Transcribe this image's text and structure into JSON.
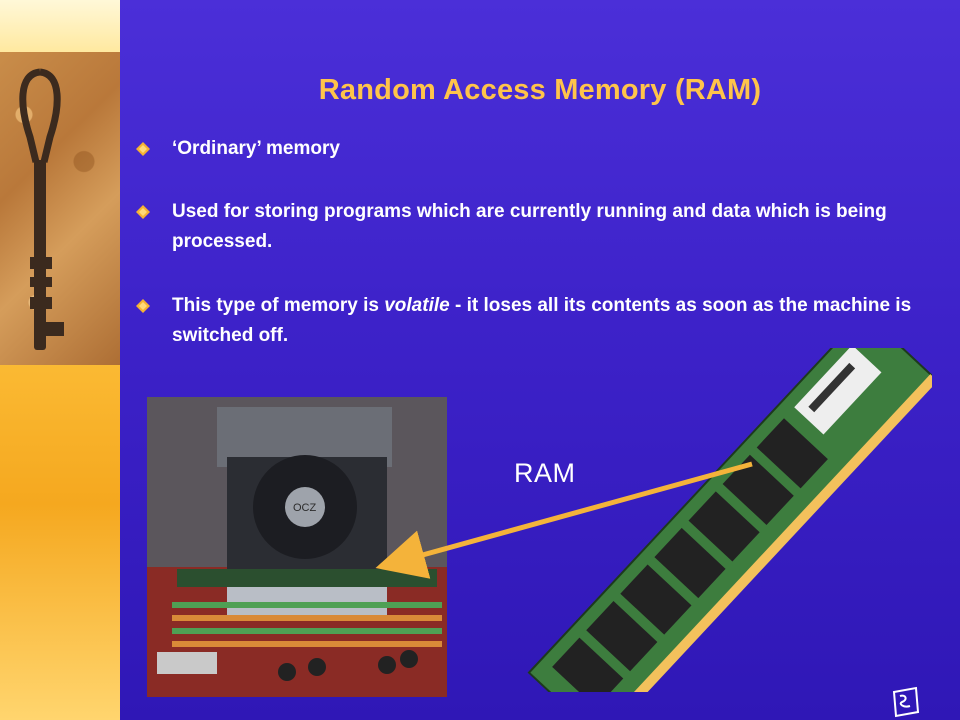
{
  "slide": {
    "title": "Random Access Memory (RAM)",
    "bullets": [
      {
        "text": "‘Ordinary’ memory"
      },
      {
        "text": "Used for storing programs which are currently running and data which is being processed."
      },
      {
        "before": "This type of memory is ",
        "emphasis": "volatile",
        "after": " - it loses all its contents as soon as the machine is switched off."
      }
    ],
    "callout_label": "RAM",
    "chip_text": "OCZ"
  },
  "colors": {
    "background": "#3d22c9",
    "title": "#ffc44a",
    "text": "#ffffff",
    "bullet_marker": "#f5b233",
    "arrow": "#f4b33a",
    "left_bar": "#ffc843"
  },
  "icons": {
    "bullet": "diamond-bullet-icon",
    "corner": "scribble-logo-icon"
  }
}
